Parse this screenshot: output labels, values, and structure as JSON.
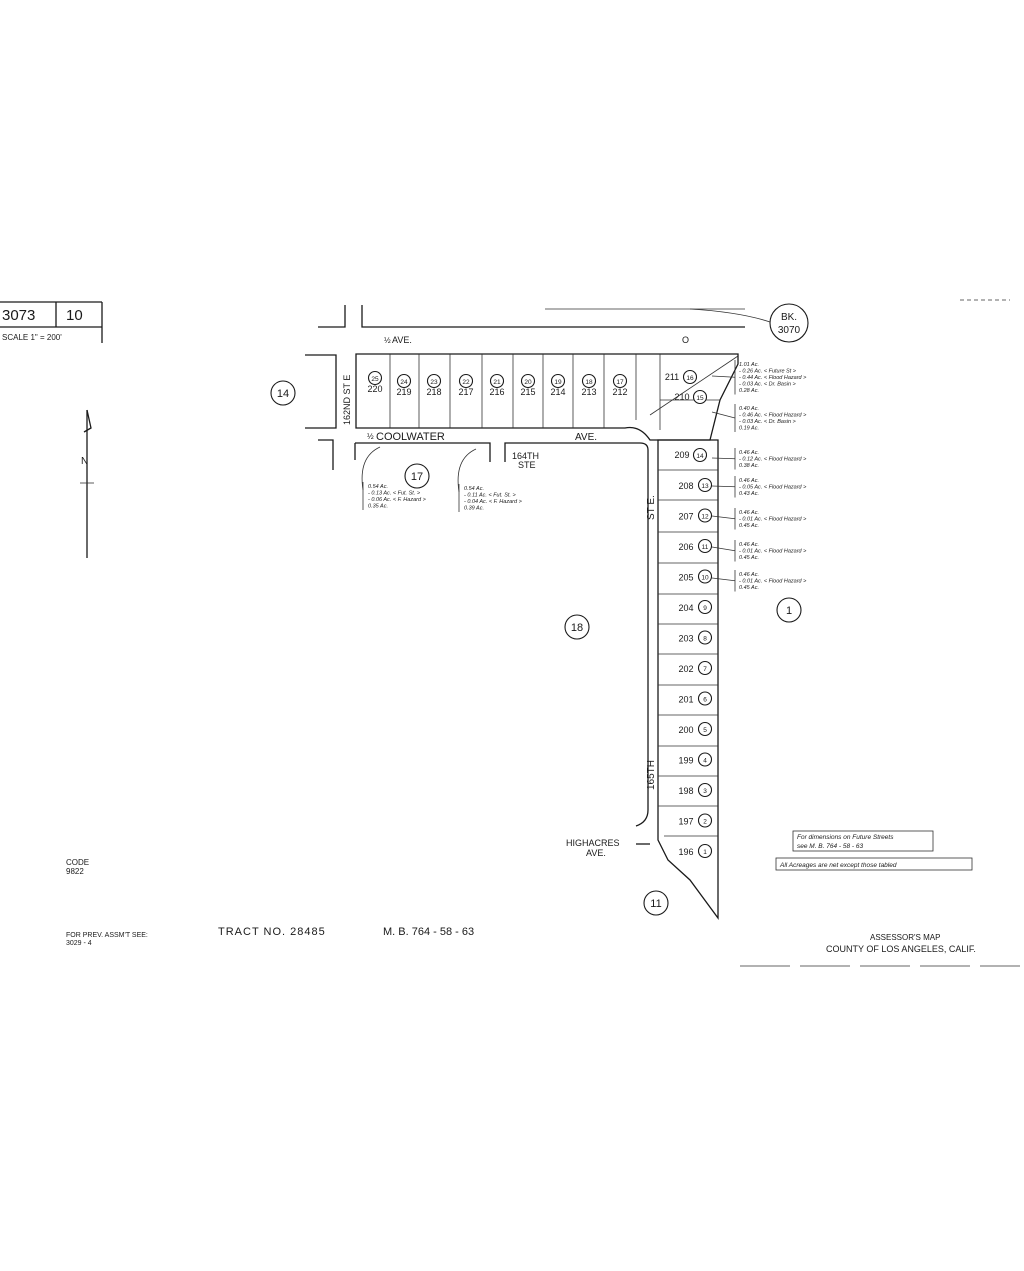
{
  "header": {
    "book": "3073",
    "page": "10",
    "scale": "SCALE 1\" = 200'",
    "book_ref": {
      "top": "BK.",
      "bottom": "3070"
    }
  },
  "north_label": "N",
  "streets": {
    "north_ave": "AVE.",
    "north_ave_prefix": "½",
    "north_ave_num": "O",
    "coolwater": "COOLWATER",
    "coolwater_prefix": "½",
    "coolwater_ave": "AVE.",
    "st162": "162ND ST E",
    "st164_a": "164TH",
    "st164_b": "STE",
    "st165_a": "165TH",
    "st165_b": "ST E.",
    "highacres_a": "HIGHACRES",
    "highacres_b": "AVE."
  },
  "sections": [
    "14",
    "17",
    "18",
    "1",
    "11"
  ],
  "top_lots": [
    {
      "num": "220",
      "sub": "25"
    },
    {
      "num": "219",
      "sub": "24"
    },
    {
      "num": "218",
      "sub": "23"
    },
    {
      "num": "217",
      "sub": "22"
    },
    {
      "num": "216",
      "sub": "21"
    },
    {
      "num": "215",
      "sub": "20"
    },
    {
      "num": "214",
      "sub": "19"
    },
    {
      "num": "213",
      "sub": "18"
    },
    {
      "num": "212",
      "sub": "17"
    },
    {
      "num": "211",
      "sub": "16"
    },
    {
      "num": "210",
      "sub": "15"
    },
    {
      "num": "209",
      "sub": "14"
    }
  ],
  "side_lots": [
    {
      "num": "208",
      "sub": "13"
    },
    {
      "num": "207",
      "sub": "12"
    },
    {
      "num": "206",
      "sub": "11"
    },
    {
      "num": "205",
      "sub": "10"
    },
    {
      "num": "204",
      "sub": "9"
    },
    {
      "num": "203",
      "sub": "8"
    },
    {
      "num": "202",
      "sub": "7"
    },
    {
      "num": "201",
      "sub": "6"
    },
    {
      "num": "200",
      "sub": "5"
    },
    {
      "num": "199",
      "sub": "4"
    },
    {
      "num": "198",
      "sub": "3"
    },
    {
      "num": "197",
      "sub": "2"
    },
    {
      "num": "196",
      "sub": "1"
    }
  ],
  "callouts": [
    {
      "lines": [
        "1.01 Ac.",
        "- 0.26 Ac. < Future St >",
        "- 0.44 Ac. < Flood Hazard >",
        "- 0.03 Ac. < Dr. Basin >",
        "0.28 Ac."
      ]
    },
    {
      "lines": [
        "0.40 Ac.",
        "- 0.46 Ac. < Flood Hazard >",
        "- 0.03 Ac. < Dr. Basin >",
        "0.19 Ac."
      ]
    },
    {
      "lines": [
        "0.46 Ac.",
        "- 0.12 Ac. < Flood Hazard >",
        "0.38 Ac."
      ]
    },
    {
      "lines": [
        "0.46 Ac.",
        "- 0.05 Ac. < Flood Hazard >",
        "0.43 Ac."
      ]
    },
    {
      "lines": [
        "0.46 Ac.",
        "- 0.01 Ac. < Flood Hazard >",
        "0.45 Ac."
      ]
    },
    {
      "lines": [
        "0.46 Ac.",
        "- 0.01 Ac. < Flood Hazard >",
        "0.45 Ac."
      ]
    },
    {
      "lines": [
        "0.46 Ac.",
        "- 0.01 Ac. < Flood Hazard >",
        "0.45 Ac."
      ]
    }
  ],
  "left_callouts": [
    {
      "lines": [
        "0.54 Ac.",
        "- 0.13 Ac. < Fut. St. >",
        "- 0.06 Ac. < F. Hazard >",
        "0.35 Ac."
      ]
    },
    {
      "lines": [
        "0.54 Ac.",
        "- 0.11 Ac. < Fut. St. >",
        "- 0.04 Ac. < F. Hazard >",
        "0.39 Ac."
      ]
    }
  ],
  "notes": {
    "future_streets_a": "For dimensions on Future Streets",
    "future_streets_b": "see M. B. 764 - 58 - 63",
    "acreages": "All Acreages are net except those tabled"
  },
  "footer": {
    "code_a": "CODE",
    "code_b": "9822",
    "prev_a": "FOR PREV. ASSM'T SEE:",
    "prev_b": "3029 - 4",
    "tract": "TRACT   NO. 28485",
    "mb": "M. B. 764 - 58 - 63",
    "assessor_a": "ASSESSOR'S MAP",
    "assessor_b": "COUNTY OF LOS ANGELES, CALIF."
  }
}
